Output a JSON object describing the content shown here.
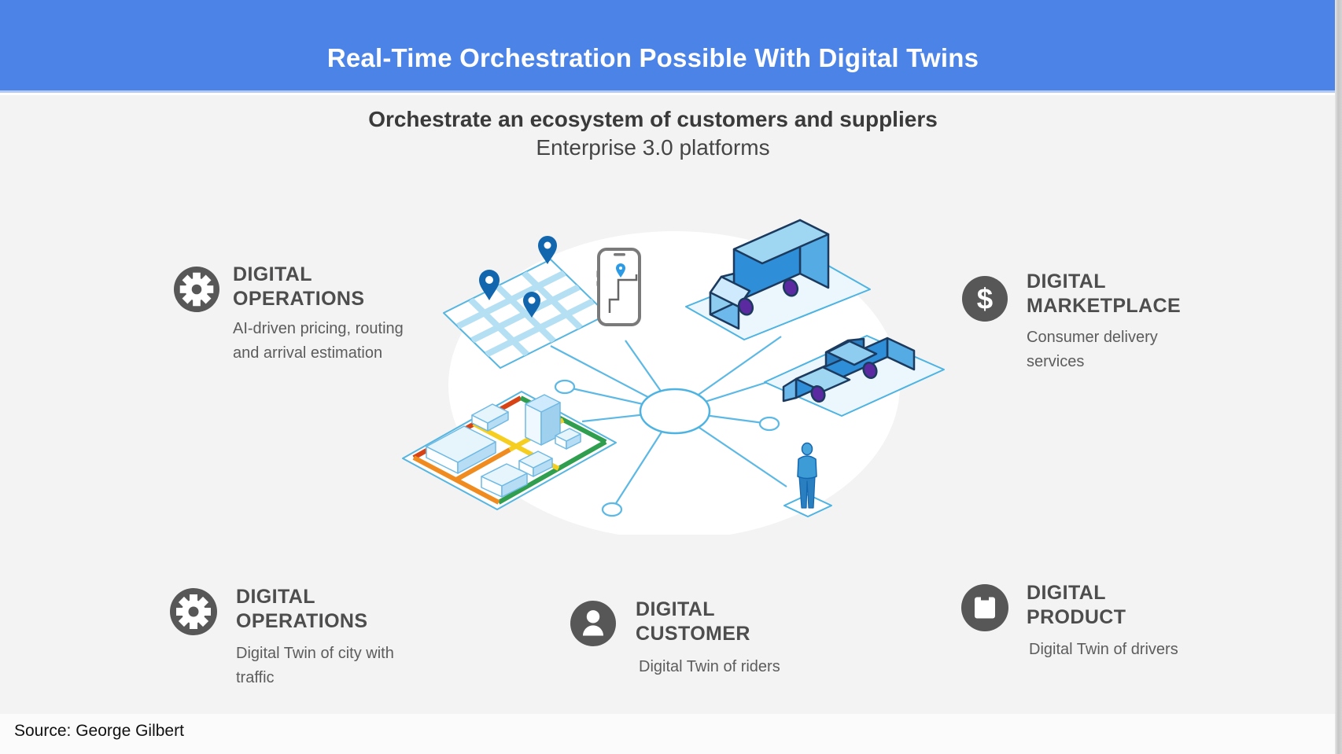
{
  "header": {
    "title": "Real-Time Orchestration Possible With Digital Twins"
  },
  "subtitle": {
    "line1": "Orchestrate an ecosystem of customers and suppliers",
    "line2": "Enterprise 3.0 platforms"
  },
  "callouts": [
    {
      "icon": "gear-icon",
      "title1": "DIGITAL",
      "title2": "OPERATIONS",
      "description": "AI-driven pricing, routing and arrival estimation"
    },
    {
      "icon": "dollar-icon",
      "title1": "DIGITAL",
      "title2": "MARKETPLACE",
      "description": "Consumer delivery services"
    },
    {
      "icon": "gear-icon",
      "title1": "DIGITAL",
      "title2": "OPERATIONS",
      "description": "Digital Twin of city with traffic"
    },
    {
      "icon": "person-icon",
      "title1": "DIGITAL",
      "title2": "CUSTOMER",
      "description": "Digital Twin of riders"
    },
    {
      "icon": "package-icon",
      "title1": "DIGITAL",
      "title2": "PRODUCT",
      "description": "Digital Twin of drivers"
    }
  ],
  "icons": {
    "dollar_glyph": "$"
  },
  "illustration": {
    "elements": [
      "map-with-pins",
      "navigation-phone",
      "delivery-truck",
      "car",
      "city-block-with-traffic",
      "rider-person",
      "network-hub"
    ]
  },
  "source": {
    "text": "Source: George Gilbert"
  },
  "colors": {
    "header_bg": "#4b83e7",
    "panel_bg": "#f3f3f4",
    "accent_blue": "#5cb8e4",
    "icon_circle": "#575757"
  }
}
